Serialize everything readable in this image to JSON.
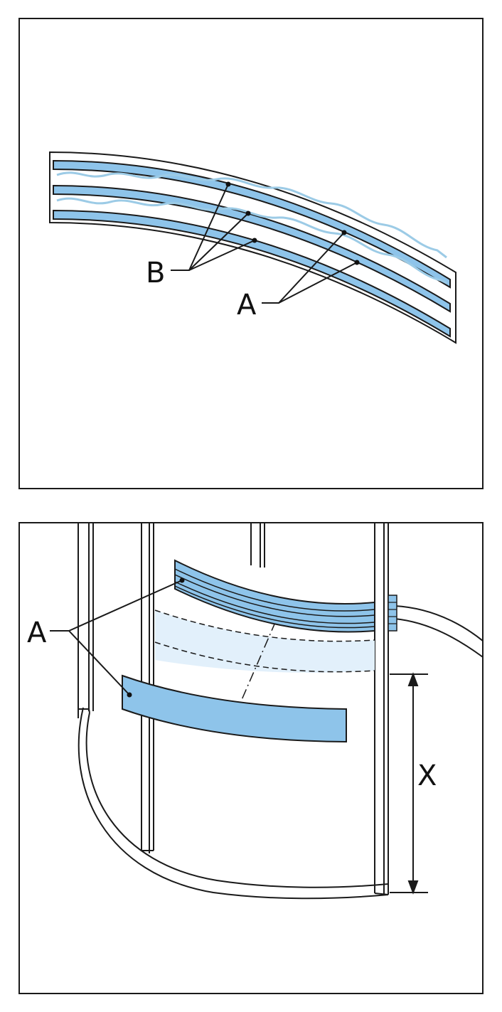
{
  "figure_top": {
    "labels": {
      "b": "B",
      "a": "A"
    },
    "colors": {
      "strip": "#8ec4ea",
      "adhesive": "#9ccbe6",
      "outline": "#1a1a1a"
    }
  },
  "figure_bottom": {
    "labels": {
      "a": "A",
      "x": "X"
    },
    "colors": {
      "strip": "#8ec4ea",
      "ghost": "#e2f0fb",
      "outline": "#1a1a1a"
    }
  }
}
